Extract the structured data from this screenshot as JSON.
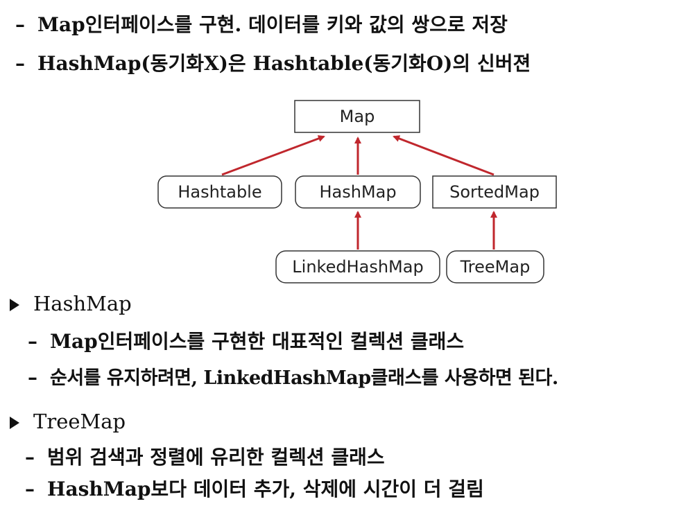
{
  "intro": {
    "line1": "Map인터페이스를 구현. 데이터를 키와 값의 쌍으로 저장",
    "line2": "HashMap(동기화X)은 Hashtable(동기화O)의 신버젼"
  },
  "diagram": {
    "nodes": {
      "map": "Map",
      "hashtable": "Hashtable",
      "hashmap": "HashMap",
      "sortedmap": "SortedMap",
      "linkedhashmap": "LinkedHashMap",
      "treemap": "TreeMap"
    },
    "arrow_color": "#c0272d"
  },
  "hashmap_section": {
    "heading": "HashMap",
    "bullets": [
      "Map인터페이스를 구현한 대표적인 컬렉션 클래스",
      "순서를 유지하려면, LinkedHashMap클래스를 사용하면 된다."
    ]
  },
  "treemap_section": {
    "heading": "TreeMap",
    "bullets": [
      "범위 검색과 정렬에 유리한 컬렉션 클래스",
      "HashMap보다 데이터 추가, 삭제에 시간이 더 걸림"
    ]
  }
}
